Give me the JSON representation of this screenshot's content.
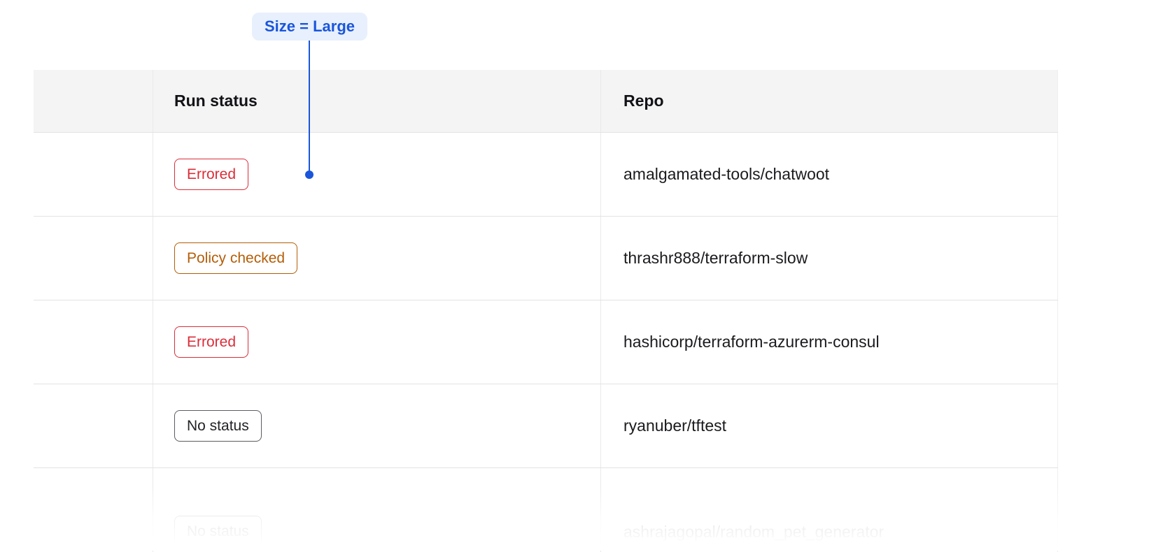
{
  "annotation": {
    "label": "Size = Large"
  },
  "table": {
    "headers": {
      "run_status": "Run status",
      "repo": "Repo"
    },
    "rows": [
      {
        "status": "Errored",
        "variant": "errored",
        "repo": "amalgamated-tools/chatwoot"
      },
      {
        "status": "Policy checked",
        "variant": "policy",
        "repo": "thrashr888/terraform-slow"
      },
      {
        "status": "Errored",
        "variant": "errored",
        "repo": "hashicorp/terraform-azurerm-consul"
      },
      {
        "status": "No status",
        "variant": "neutral",
        "repo": "ryanuber/tftest"
      },
      {
        "status": "No status",
        "variant": "neutral",
        "repo": "ashrajagopal/random_pet_generator"
      }
    ]
  },
  "colors": {
    "annotation_text": "#1a56db",
    "annotation_bg": "#e8f0fd",
    "errored": "#da2d39",
    "policy_checked": "#b45d07",
    "no_status_text": "#222327",
    "no_status_border": "#5b5b63",
    "header_bg": "#f4f4f5",
    "row_border": "#e3e3e6"
  }
}
